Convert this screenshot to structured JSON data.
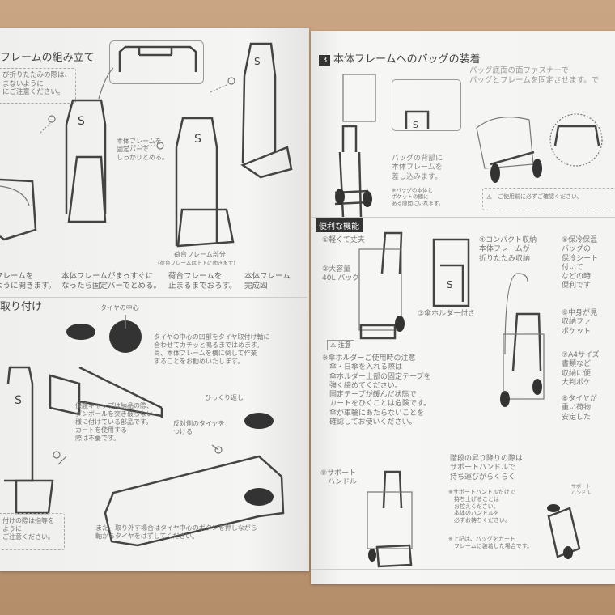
{
  "left_page": {
    "section1": {
      "title": "フレームの組み立て",
      "note": "び折りたたみの際は、\nまないように\nにご注意ください。",
      "callout_fix_bar": "本体フレームを\n固定バーで\nしっかりとめる。",
      "callout_carrier": "荷台フレーム部分",
      "callout_carrier_sub": "(荷台フレームは上下に動きます)",
      "steps": [
        "フレームを\nように開きます。",
        "本体フレームがまっすぐに\nなったら固定バーでとめる。",
        "荷台フレームを\n止まるまでおろす。",
        "本体フレーム\n完成図"
      ]
    },
    "section2": {
      "title": "取り付け",
      "tire_center_label": "タイヤの中心",
      "tire_instructions": "タイヤの中心の凹部をタイヤ取付け軸に\n合わせてカチッと鳴るまではめます。\n尚、本体フレームを横に倒して作業\nすることをお勧めいたします。",
      "flip_label": "ひっくり返し",
      "cap_note": "保護キャップは納品の際、\nダンボールを突き破らない\n様に付けている部品です。\nカートを使用する\n際は不要です。",
      "other_tire": "反対側のタイヤを\nつける",
      "removal_note": "また、取り外す場合はタイヤ中心のボタンを押しながら\n軸からタイヤをはずしてください。",
      "note": "付けの際は指等を\nように\nご注意ください。"
    }
  },
  "right_page": {
    "section3": {
      "number": "3",
      "title": "本体フレームへのバッグの装着",
      "fastener_text": "バッグ底面の面ファスナーで\nバッグとフレームを固定させます。で",
      "insert_text": "バッグの背部に\n本体フレームを\n差し込みます。",
      "insert_sub": "※バッグの本体と\nポケットの間に\nある隙間にいれます。",
      "warning": "ご使用前に必ずご確認ください。"
    },
    "features": {
      "title": "便利な機能",
      "items": [
        "①軽くて丈夫",
        "②大容量\n40L バッグ",
        "③傘ホルダー付き",
        "④コンパクト収納\n本体フレームが\n折りたたみ収納",
        "⑤保冷保温\nバッグの\n保冷シート\n付いて\nなどの時\n便利です",
        "⑥中身が見\n収納ファ\nポケット",
        "⑦A4サイズ\n書類など\n収納に便\n大判ポケ",
        "⑧タイヤが\n重い荷物\n安定した"
      ],
      "caution_label": "注意",
      "umbrella_caution": "※傘ホルダーご使用時の注意\n　傘・日傘を入れる際は\n　傘ホルダー上部の固定テープを\n　強く締めてください。\n　固定テープが緩んだ状態で\n　カートをひくことは危険です。\n　傘が車輪にあたらないことを\n　確認してお使いください。",
      "support_handle": "⑨サポート\n　ハンドル",
      "stairs_text": "階段の昇り降りの際は\nサポートハンドルで\n持ち運びがらくらく",
      "stairs_note": "※サポートハンドルだけで\n　持ち上げることは\n　お控えください。\n　本体のハンドルを\n　必ずお持ちください。",
      "bag_note": "※上記は、バッグをカート\n　フレームに装着した場合です。",
      "side_label": "サポート\nハンドル"
    }
  }
}
